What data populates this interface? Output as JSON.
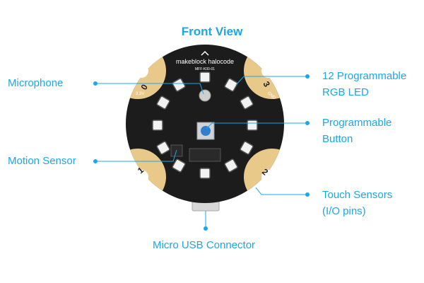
{
  "title": "Front View",
  "colors": {
    "accent": "#1aa7e8",
    "board": "#1c1c1c",
    "pad": "#e8c98a"
  },
  "board": {
    "brand": "makeblock halocode",
    "model": "MFF-K00-01",
    "pin_labels": [
      "0",
      "1",
      "2",
      "3"
    ],
    "power_labels": [
      "3.3V",
      "GND"
    ]
  },
  "callouts": {
    "microphone": "Microphone",
    "motion_sensor": "Motion Sensor",
    "rgb_led_line1": "12 Programmable",
    "rgb_led_line2": "RGB LED",
    "button_line1": "Programmable",
    "button_line2": "Button",
    "touch_line1": "Touch Sensors",
    "touch_line2": "(I/O pins)",
    "usb": "Micro USB Connector"
  }
}
